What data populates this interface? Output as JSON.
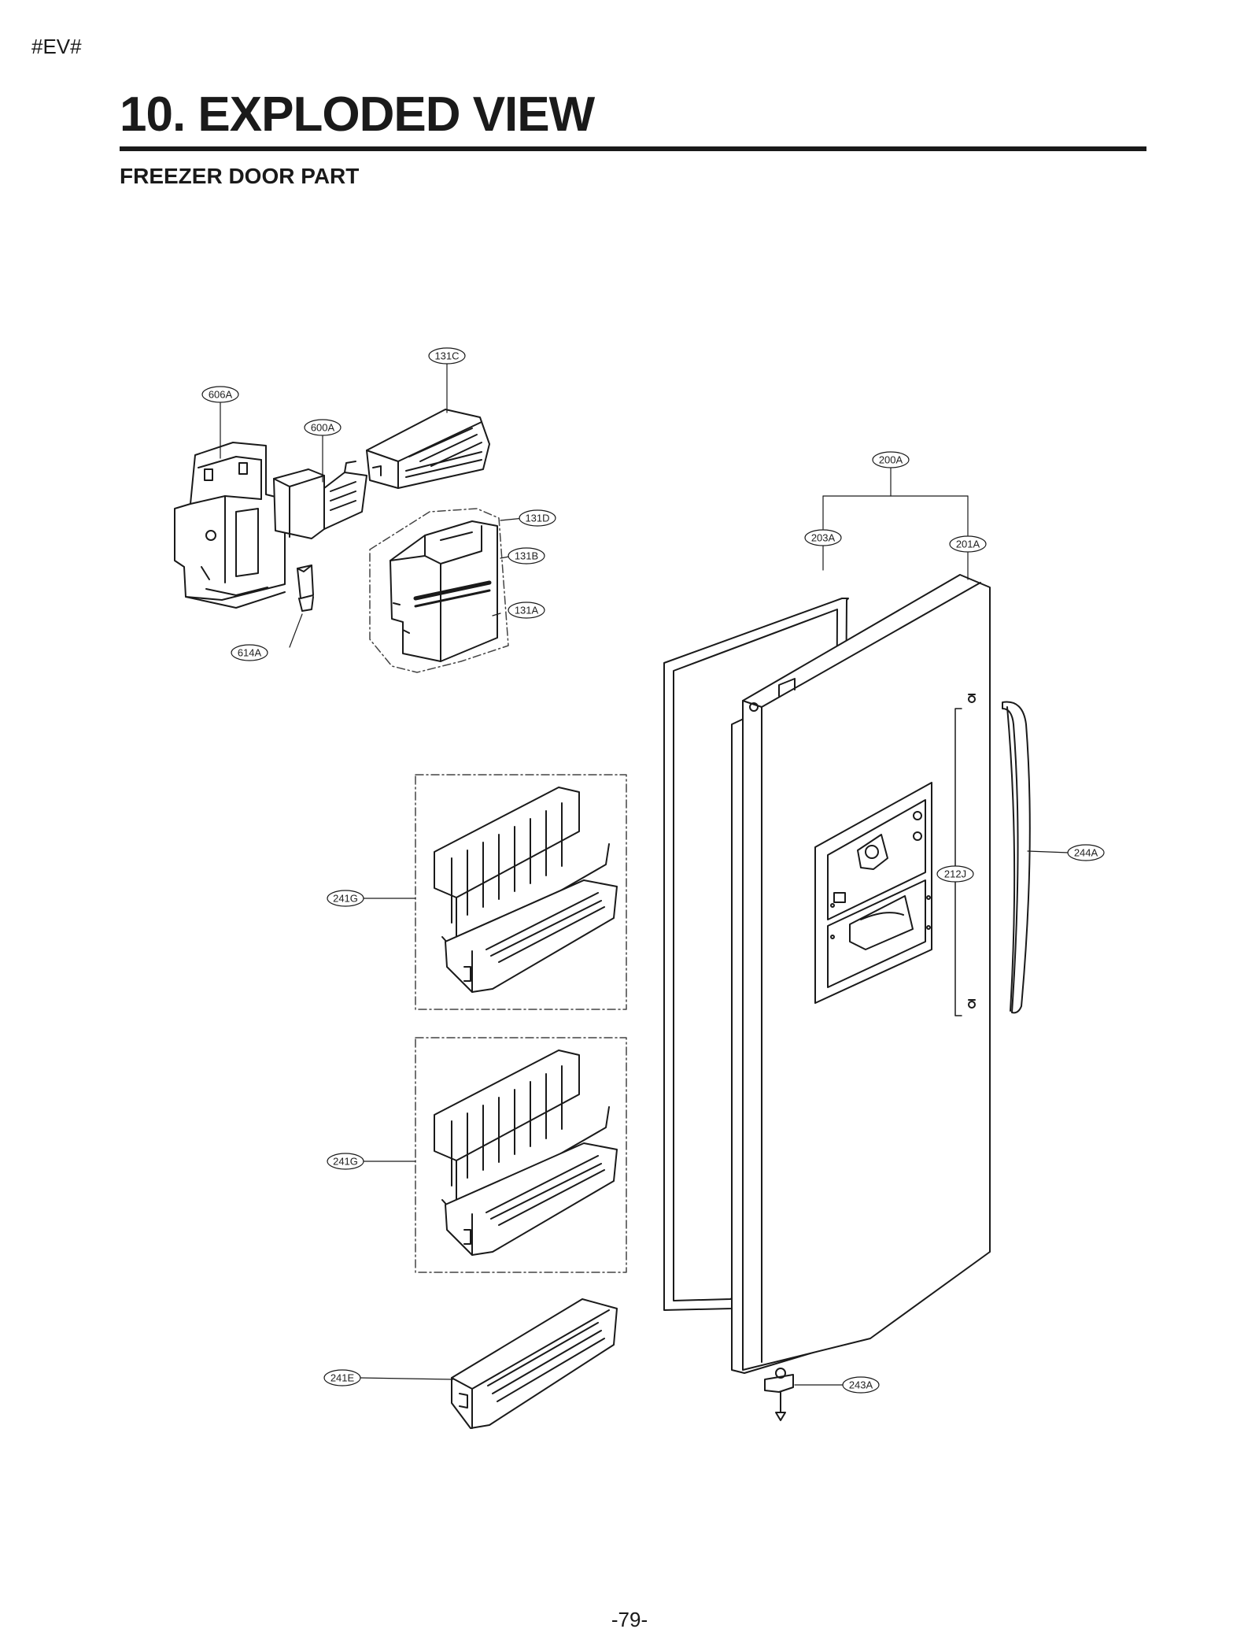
{
  "header": {
    "doc_code": "#EV#",
    "title": "10. EXPLODED VIEW",
    "section": "FREEZER DOOR PART"
  },
  "callouts": {
    "c131C": "131C",
    "c606A": "606A",
    "c600A": "600A",
    "c200A": "200A",
    "c131D": "131D",
    "c203A": "203A",
    "c201A": "201A",
    "c131B": "131B",
    "c131A": "131A",
    "c614A": "614A",
    "c244A": "244A",
    "c212J": "212J",
    "c241G_upper": "241G",
    "c241G_lower": "241G",
    "c241E": "241E",
    "c243A": "243A"
  },
  "footer": {
    "page_number": "-79-"
  }
}
